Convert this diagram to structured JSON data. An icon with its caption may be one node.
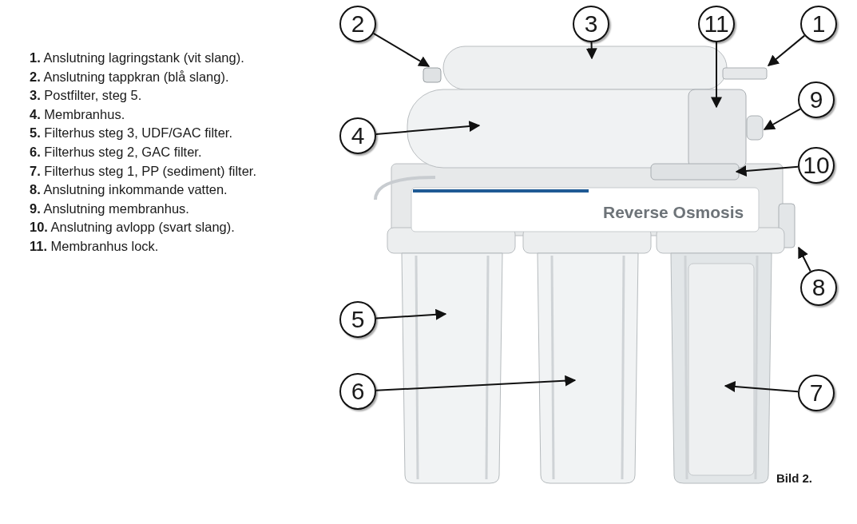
{
  "diagram": {
    "caption": "Bild 2.",
    "nodes": [
      {
        "text": [
          "2"
        ]
      },
      {
        "text": [
          "3"
        ]
      },
      {
        "text": [
          "11"
        ]
      },
      {
        "text": [
          "1"
        ]
      },
      {
        "text": [
          "4"
        ]
      },
      {
        "text": [
          "9"
        ]
      },
      {
        "text": [
          "10"
        ]
      },
      {
        "text": [
          "8"
        ]
      },
      {
        "text": [
          "5"
        ]
      },
      {
        "text": [
          "6"
        ]
      },
      {
        "text": [
          "7"
        ]
      }
    ],
    "edges": [
      {
        "from": 0,
        "to": null,
        "arrow": "to"
      },
      {
        "from": 1,
        "to": null,
        "arrow": "to"
      },
      {
        "from": 2,
        "to": null,
        "arrow": "to"
      },
      {
        "from": 3,
        "to": null,
        "arrow": "to"
      },
      {
        "from": 4,
        "to": null,
        "arrow": "to"
      },
      {
        "from": 5,
        "to": null,
        "arrow": "to"
      },
      {
        "from": 6,
        "to": null,
        "arrow": "to"
      },
      {
        "from": 7,
        "to": null,
        "arrow": "to"
      },
      {
        "from": 8,
        "to": null,
        "arrow": "to"
      },
      {
        "from": 9,
        "to": null,
        "arrow": "to"
      },
      {
        "from": 10,
        "to": null,
        "arrow": "to"
      }
    ],
    "labels": [
      "**1.** Anslutning lagringstank (vit slang).",
      "**2.** Anslutning tappkran (blå slang).",
      "**3.** Postfilter, steg 5.",
      "**4.** Membranhus.",
      "**5.** Filterhus steg 3, UDF/GAC filter.",
      "**6.** Filterhus steg 2, GAC filter.",
      "**7.** Filterhus steg 1, PP (sediment) filter.",
      "**8.** Anslutning inkommande vatten.",
      "**9.** Anslutning membranhus.",
      "**10.** Anslutning avlopp (svart slang).",
      "**11.** Membranhus lock.",
      "Reverse Osmosis"
    ]
  }
}
